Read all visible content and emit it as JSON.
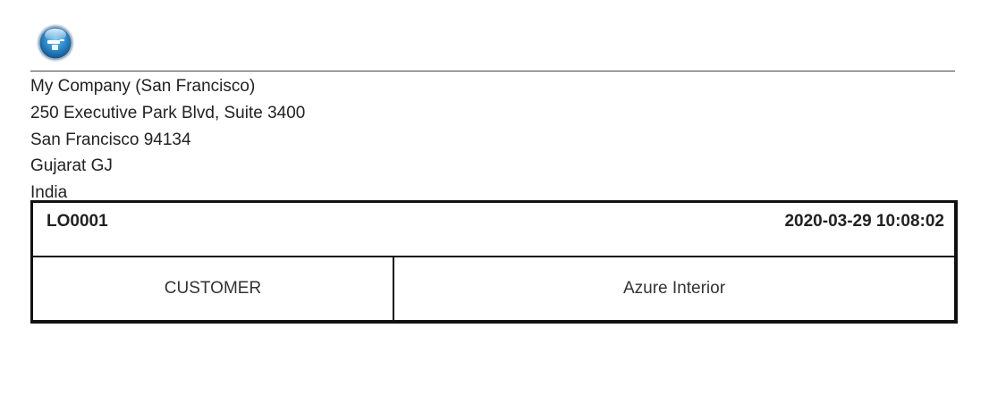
{
  "logo": {
    "icon": "company-logo-icon",
    "colors": {
      "primary": "#2a86c8",
      "highlight": "#bfe3fb"
    }
  },
  "company": {
    "name": "My Company (San Francisco)",
    "street": "250 Executive Park Blvd, Suite 3400",
    "city_zip": "San Francisco 94134",
    "state": "Gujarat GJ",
    "country": "India"
  },
  "document": {
    "reference": "LO0001",
    "datetime": "2020-03-29 10:08:02",
    "field_label": "CUSTOMER",
    "field_value": "Azure Interior"
  }
}
